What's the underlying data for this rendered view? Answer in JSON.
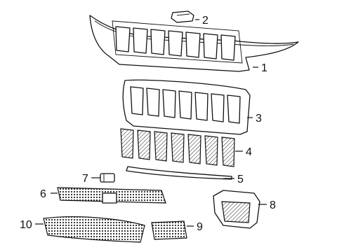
{
  "diagram": {
    "callouts": [
      {
        "id": "1",
        "text": "1"
      },
      {
        "id": "2",
        "text": "2"
      },
      {
        "id": "3",
        "text": "3"
      },
      {
        "id": "4",
        "text": "4"
      },
      {
        "id": "5",
        "text": "5"
      },
      {
        "id": "6",
        "text": "6"
      },
      {
        "id": "7",
        "text": "7"
      },
      {
        "id": "8",
        "text": "8"
      },
      {
        "id": "9",
        "text": "9"
      },
      {
        "id": "10",
        "text": "10"
      }
    ]
  }
}
